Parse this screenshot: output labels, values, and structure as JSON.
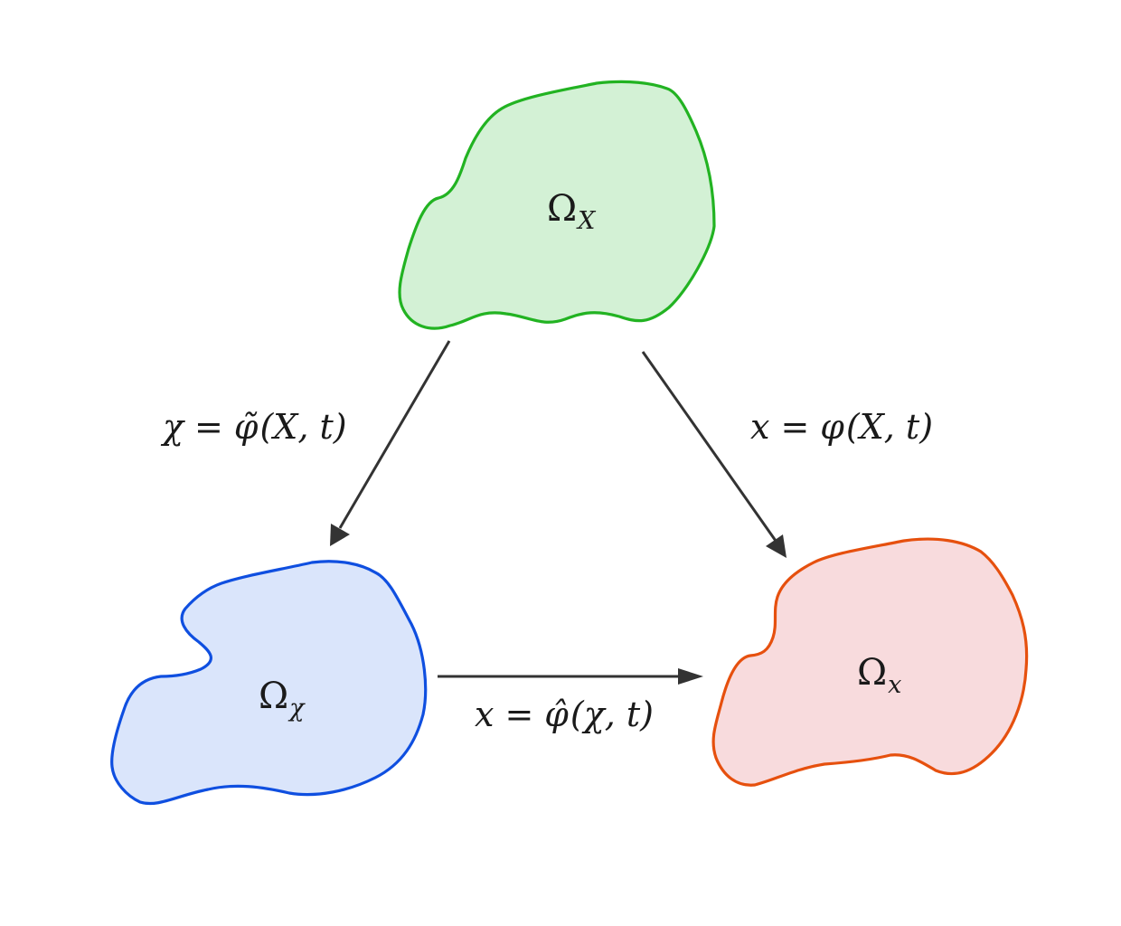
{
  "regions": {
    "material": {
      "label_symbol": "Ω",
      "label_subscript": "X",
      "fill": "#d3f1d5",
      "stroke": "#22b322"
    },
    "referential": {
      "label_symbol": "Ω",
      "label_subscript": "χ",
      "fill": "#dae5fb",
      "stroke": "#0f4fe0"
    },
    "spatial": {
      "label_symbol": "Ω",
      "label_subscript": "x",
      "fill": "#f8dbdd",
      "stroke": "#e6500e"
    }
  },
  "mappings": {
    "material_to_referential": {
      "lhs": "χ",
      "eq": "=",
      "func": "φ̃",
      "args": "(X, t)"
    },
    "material_to_spatial": {
      "lhs": "x",
      "eq": "=",
      "func": "φ",
      "args": "(X, t)"
    },
    "referential_to_spatial": {
      "lhs": "x",
      "eq": "=",
      "func": "φ̂",
      "args": "(χ, t)"
    }
  },
  "colors": {
    "arrow": "#333333"
  }
}
